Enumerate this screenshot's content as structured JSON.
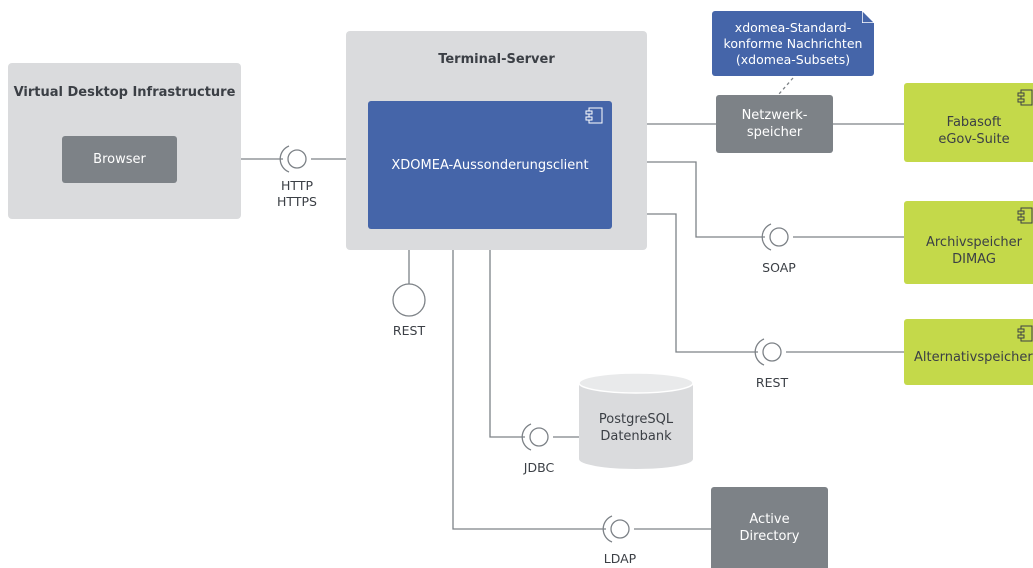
{
  "containers": {
    "vdi_title": "Virtual Desktop Infrastructure",
    "terminal_title": "Terminal-Server"
  },
  "nodes": {
    "browser": "Browser",
    "client": "XDOMEA-Aussonderungsclient",
    "netz_line1": "Netzwerk-",
    "netz_line2": "speicher",
    "fabasoft_line1": "Fabasoft",
    "fabasoft_line2": "eGov-Suite",
    "archiv_line1": "Archivspeicher",
    "archiv_line2": "DIMAG",
    "alternativ": "Alternativspeicher",
    "postgres_line1": "PostgreSQL",
    "postgres_line2": "Datenbank",
    "ad_line1": "Active",
    "ad_line2": "Directory"
  },
  "note": {
    "line1": "xdomea-Standard-",
    "line2": "konforme Nachrichten",
    "line3": "(xdomea-Subsets)"
  },
  "interfaces": {
    "http": "HTTP",
    "https": "HTTPS",
    "rest_client": "REST",
    "soap": "SOAP",
    "rest_alt": "REST",
    "jdbc": "JDBC",
    "ldap": "LDAP"
  },
  "colors": {
    "container": "#dadbdd",
    "gray_node": "#7d8287",
    "blue_node": "#4565a9",
    "green_node": "#c4d94a",
    "wire": "#7d8287"
  }
}
